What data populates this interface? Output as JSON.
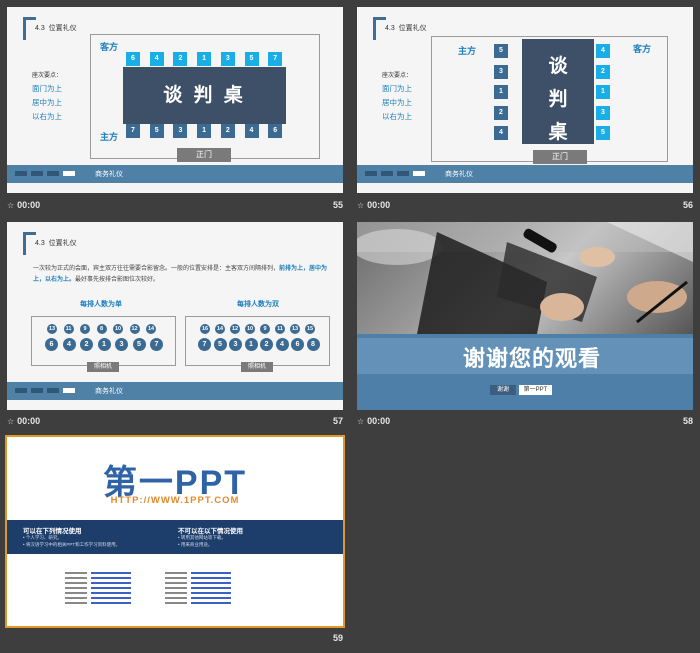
{
  "slides": [
    {
      "number": "55",
      "time": "00:00",
      "section_num": "4.3",
      "section_title": "位置礼仪",
      "guest_label": "客方",
      "host_label": "主方",
      "table_text": "谈 判 桌",
      "door": "正门",
      "rules_title": "座次要点：",
      "rules": [
        "面门为上",
        "居中为上",
        "以右为上"
      ],
      "top_seats": [
        "6",
        "4",
        "2",
        "1",
        "3",
        "5",
        "7"
      ],
      "bottom_seats": [
        "7",
        "5",
        "3",
        "1",
        "2",
        "4",
        "6"
      ],
      "footer": "商务礼仪"
    },
    {
      "number": "56",
      "time": "00:00",
      "section_num": "4.3",
      "section_title": "位置礼仪",
      "host_label": "主方",
      "guest_label": "客方",
      "table_chars": [
        "谈",
        "判",
        "桌"
      ],
      "door": "正门",
      "rules_title": "座次要点：",
      "rules": [
        "面门为上",
        "居中为上",
        "以右为上"
      ],
      "left_seats": [
        "5",
        "3",
        "1",
        "2",
        "4"
      ],
      "right_seats": [
        "4",
        "2",
        "1",
        "3",
        "5"
      ],
      "footer": "商务礼仪"
    },
    {
      "number": "57",
      "time": "00:00",
      "section_num": "4.3",
      "section_title": "位置礼仪",
      "para1": "一次较为正式的会面，宾主双方往往需要合影留念。一般的位置安排是：主客双方间隔排列，",
      "para_hl": "前排为上，居中为上，以右为上。",
      "para2": "最好事先按排合影图位次较好。",
      "odd_title": "每排人数为单",
      "even_title": "每排人数为双",
      "odd_row1": [
        "13",
        "11",
        "9",
        "8",
        "10",
        "12",
        "14"
      ],
      "odd_row2": [
        "6",
        "4",
        "2",
        "1",
        "3",
        "5",
        "7"
      ],
      "even_row1": [
        "16",
        "14",
        "12",
        "10",
        "9",
        "11",
        "13",
        "15"
      ],
      "even_row2": [
        "7",
        "5",
        "3",
        "1",
        "2",
        "4",
        "6",
        "8"
      ],
      "camera": "照相机",
      "footer": "商务礼仪"
    },
    {
      "number": "58",
      "time": "00:00",
      "thanks": "谢谢您的观看",
      "btn_left": "谢谢",
      "btn_right": "第一PPT"
    },
    {
      "number": "59",
      "logo": "第一PPT",
      "url": "HTTP://WWW.1PPT.COM",
      "can_title": "可以在下列情况使用",
      "can_items": [
        "个人学习、研究。",
        "将汉语学习中的相关PPT和工作学习资料使用。"
      ],
      "cannot_title": "不可以在以下情况使用",
      "cannot_items": [
        "转用其他网站等下载。",
        "用来商业用途。"
      ]
    }
  ]
}
